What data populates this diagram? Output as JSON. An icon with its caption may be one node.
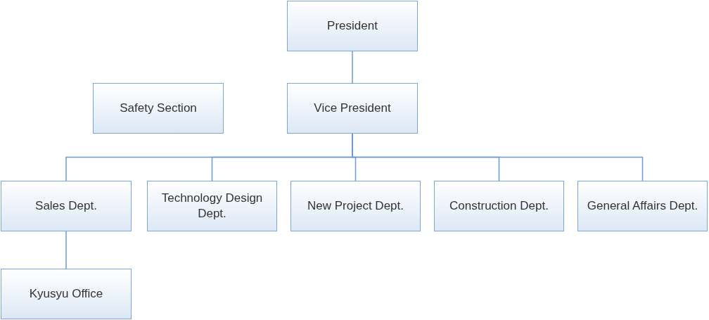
{
  "diagram": {
    "nodes": [
      {
        "text": [
          "President"
        ]
      },
      {
        "text": [
          "Safety Section"
        ]
      },
      {
        "text": [
          "Vice President"
        ]
      },
      {
        "text": [
          "Sales Dept."
        ]
      },
      {
        "text": [
          "Technology Design Dept."
        ]
      },
      {
        "text": [
          "New Project Dept."
        ]
      },
      {
        "text": [
          "Construction Dept."
        ]
      },
      {
        "text": [
          "General Affairs Dept."
        ]
      },
      {
        "text": [
          "Kyusyu Office"
        ]
      }
    ],
    "edges": [
      {
        "from": 0,
        "to": 2,
        "arrow": "none"
      },
      {
        "from": 2,
        "to": 3,
        "arrow": "none"
      },
      {
        "from": 2,
        "to": 4,
        "arrow": "none"
      },
      {
        "from": 2,
        "to": 5,
        "arrow": "none"
      },
      {
        "from": 2,
        "to": 6,
        "arrow": "none"
      },
      {
        "from": 2,
        "to": 7,
        "arrow": "none"
      },
      {
        "from": 3,
        "to": 8,
        "arrow": "none"
      }
    ]
  }
}
